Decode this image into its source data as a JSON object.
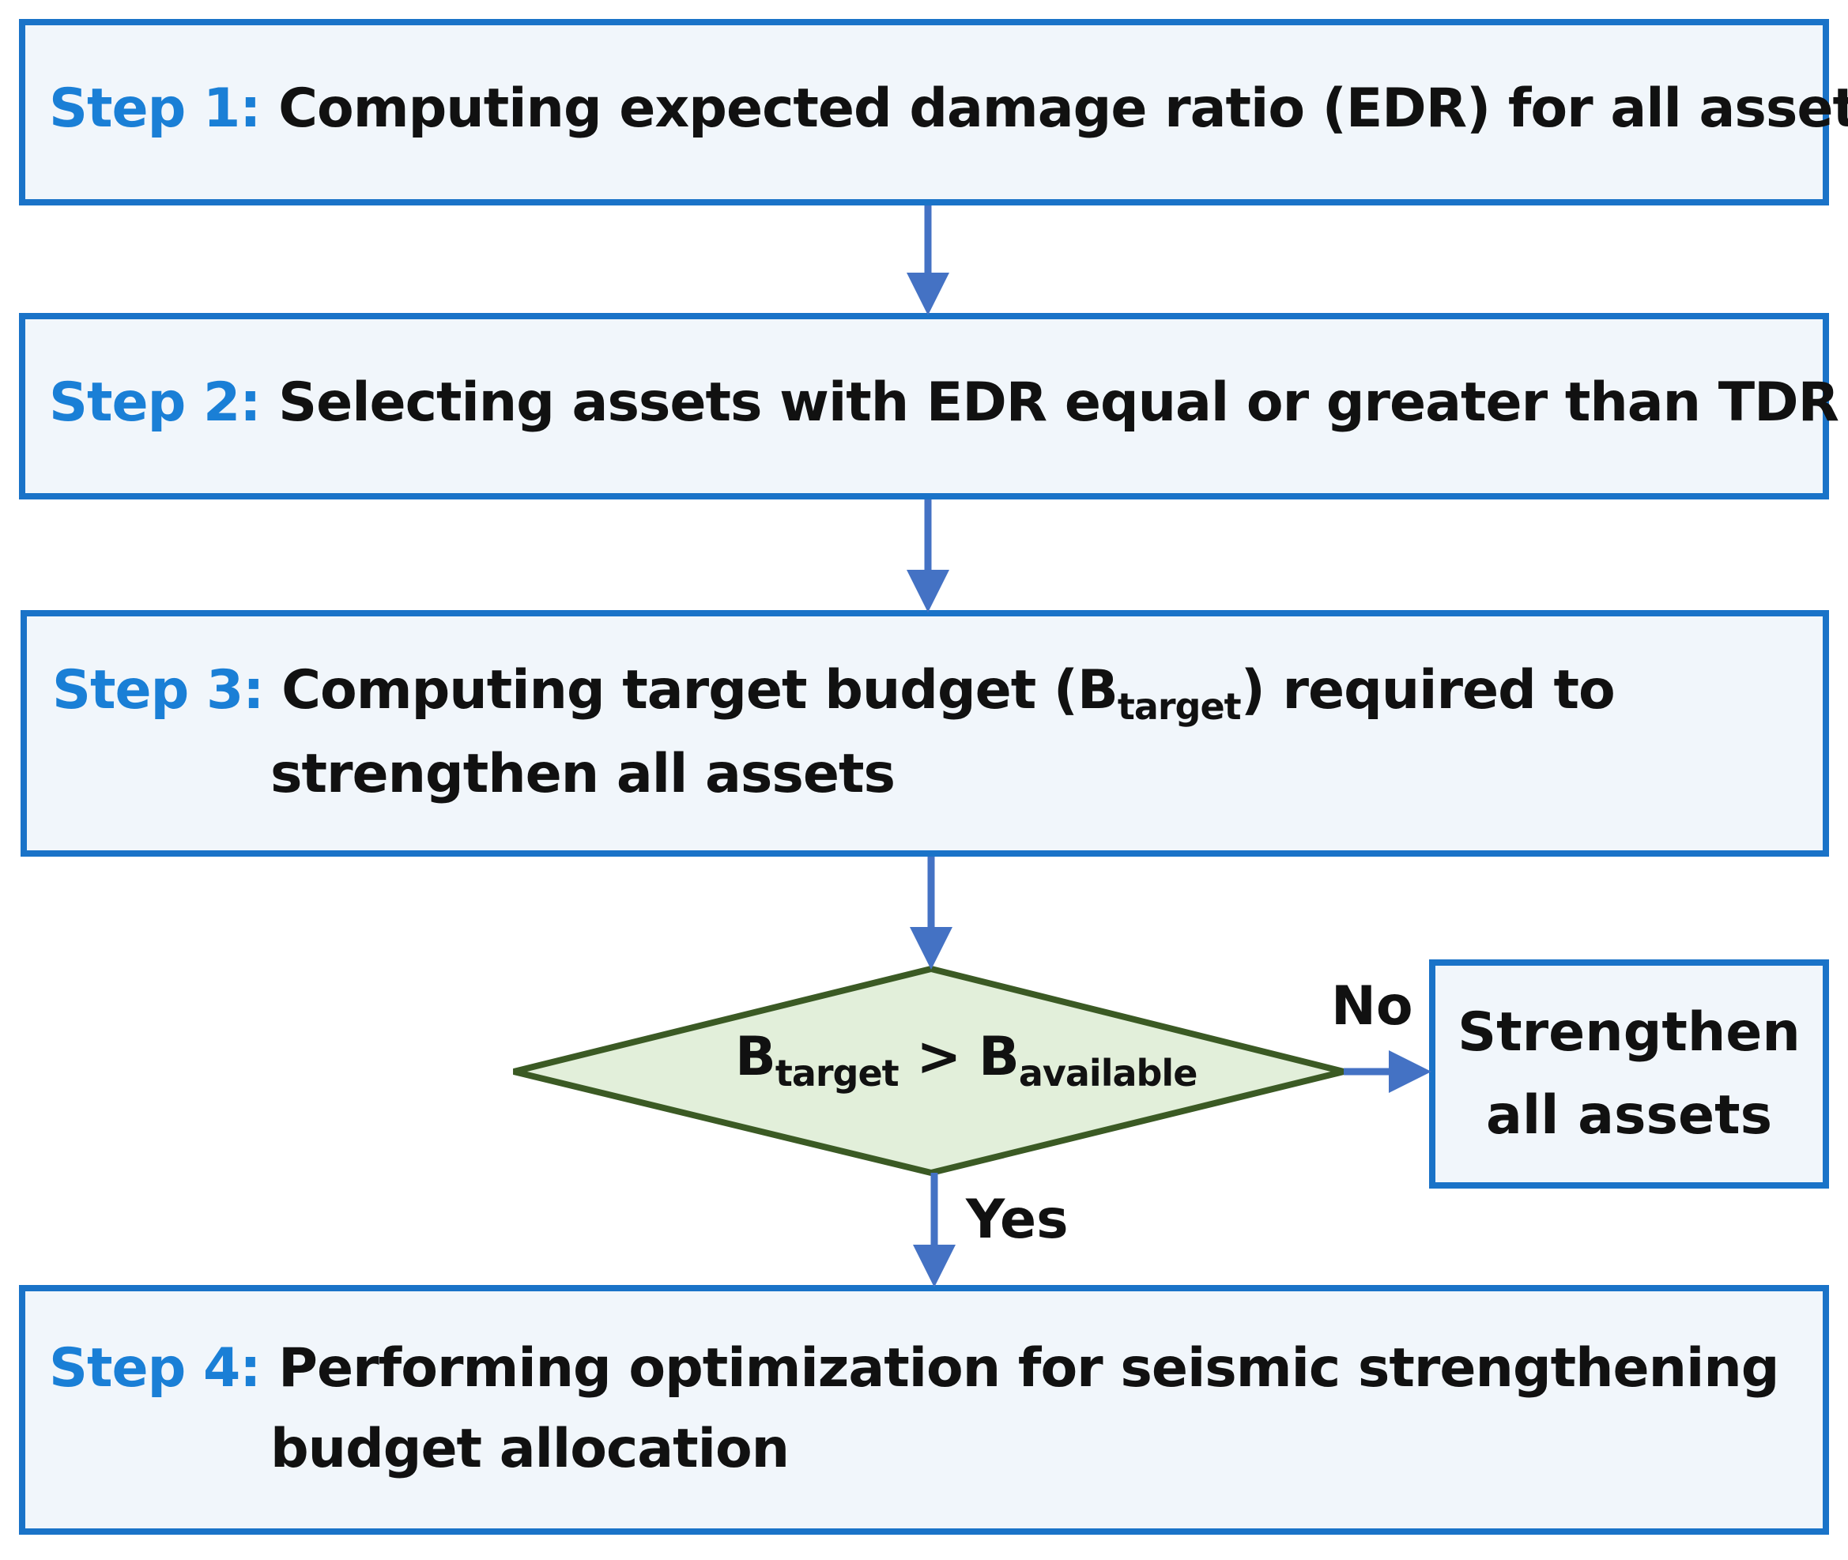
{
  "steps": [
    {
      "label": "Step 1:",
      "line1": "Computing expected damage ratio (EDR) for all assets"
    },
    {
      "label": "Step 2:",
      "line1": "Selecting assets with EDR equal or greater than TDR"
    },
    {
      "label": "Step 3:",
      "line1_pre": "Computing target budget (B",
      "line1_sub": "target",
      "line1_post": ") required to",
      "line2": "strengthen all assets"
    },
    {
      "label": "Step 4:",
      "line1": "Performing optimization for seismic strengthening",
      "line2": "budget allocation"
    }
  ],
  "decision": {
    "b1": "B",
    "sub1": "target",
    "op": " > ",
    "b2": "B",
    "sub2": "available"
  },
  "branches": {
    "no": "No",
    "yes": "Yes"
  },
  "side_box": {
    "line1": "Strengthen",
    "line2": "all assets"
  },
  "colors": {
    "box_border": "#1a73c8",
    "box_fill": "#f1f6fb",
    "step_label": "#1a7fd6",
    "arrow": "#4472c4",
    "decision_fill": "#e2efda",
    "decision_border": "#3b5a24"
  }
}
